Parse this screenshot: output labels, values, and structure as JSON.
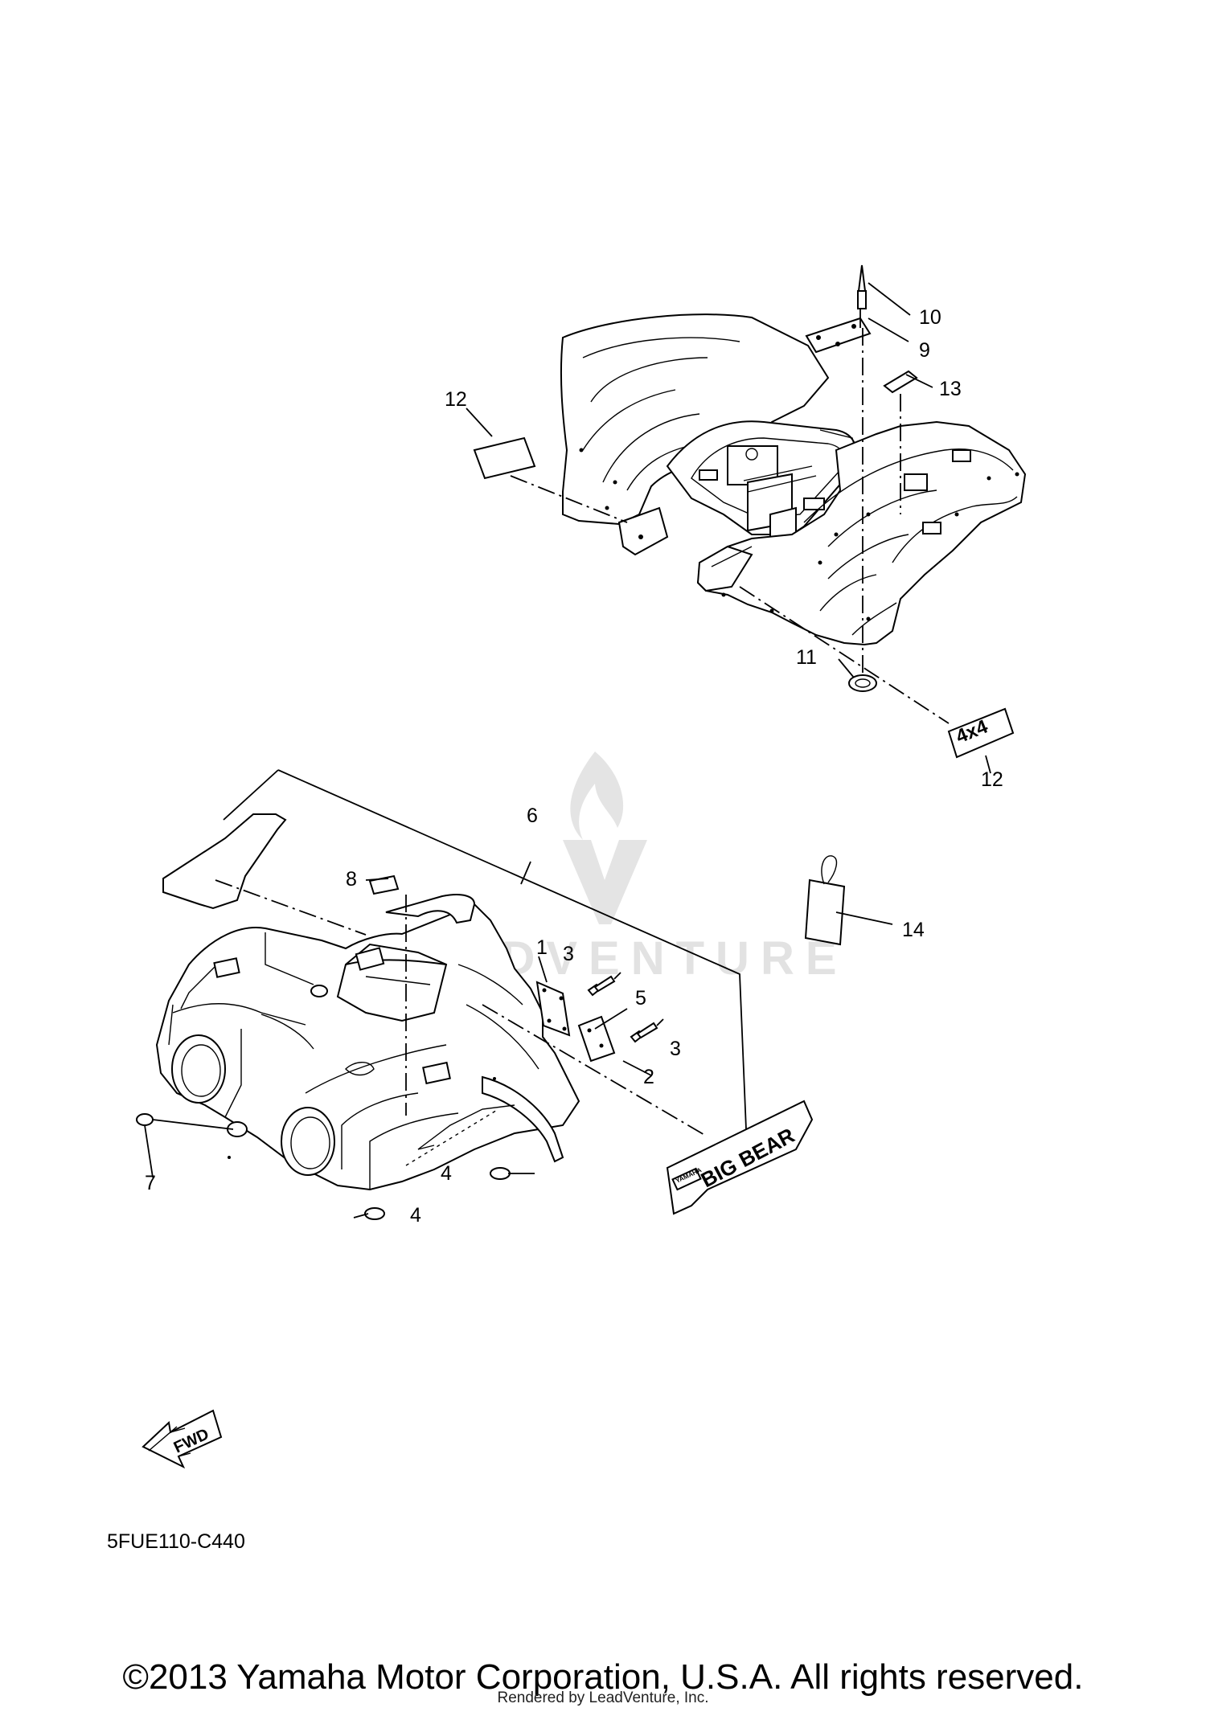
{
  "callouts": {
    "c1": "1",
    "c2": "2",
    "c3a": "3",
    "c3b": "3",
    "c4a": "4",
    "c4b": "4",
    "c5": "5",
    "c6": "6",
    "c7": "7",
    "c8": "8",
    "c9": "9",
    "c10": "10",
    "c11": "11",
    "c12a": "12",
    "c12b": "12",
    "c13": "13",
    "c14": "14"
  },
  "decals": {
    "four_by_four": "4x4",
    "big_bear": "BIG BEAR",
    "big_bear_brand": "YAMAHA"
  },
  "fwd_arrow": "FWD",
  "diagram_code": "5FUE110-C440",
  "watermark": "LEADVENTURE",
  "copyright": "©2013 Yamaha Motor Corporation, U.S.A. All rights reserved.",
  "rendered_by": "Rendered by LeadVenture, Inc."
}
